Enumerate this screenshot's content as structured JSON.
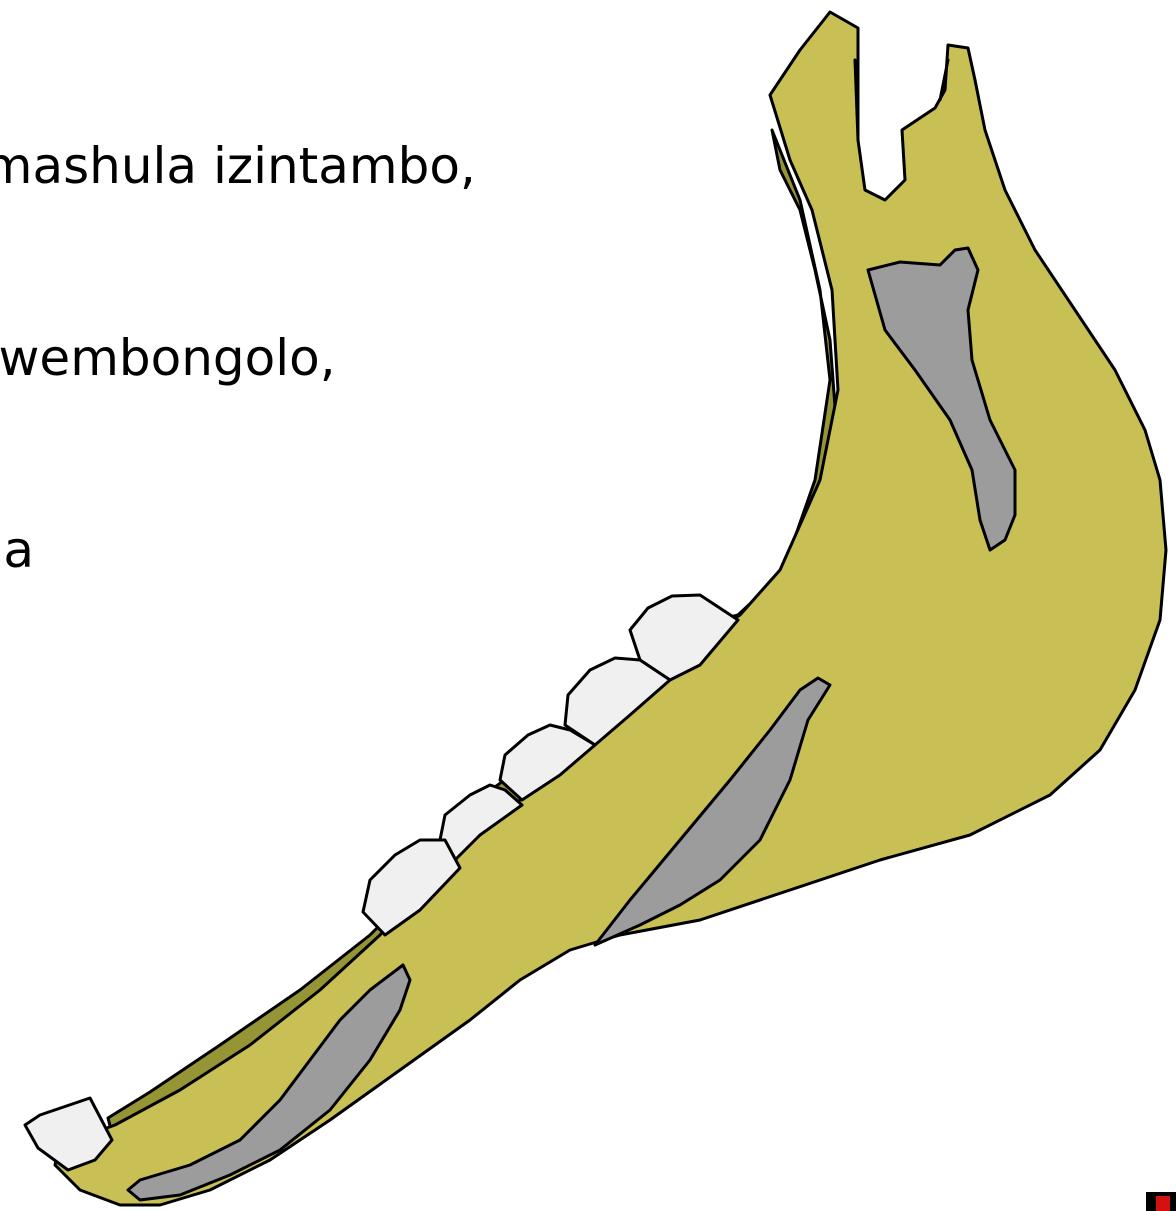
{
  "caption": {
    "lines": [
      "ɓmashula izintambo,",
      "a wembongolo,",
      "rha"
    ]
  },
  "colors": {
    "bone": "#c8bf55",
    "bone_shadow": "#969535",
    "cavity": "#9c9c9c",
    "tooth": "#f0f0f0",
    "outline": "#000000",
    "corner_mark_red": "#d41111"
  }
}
